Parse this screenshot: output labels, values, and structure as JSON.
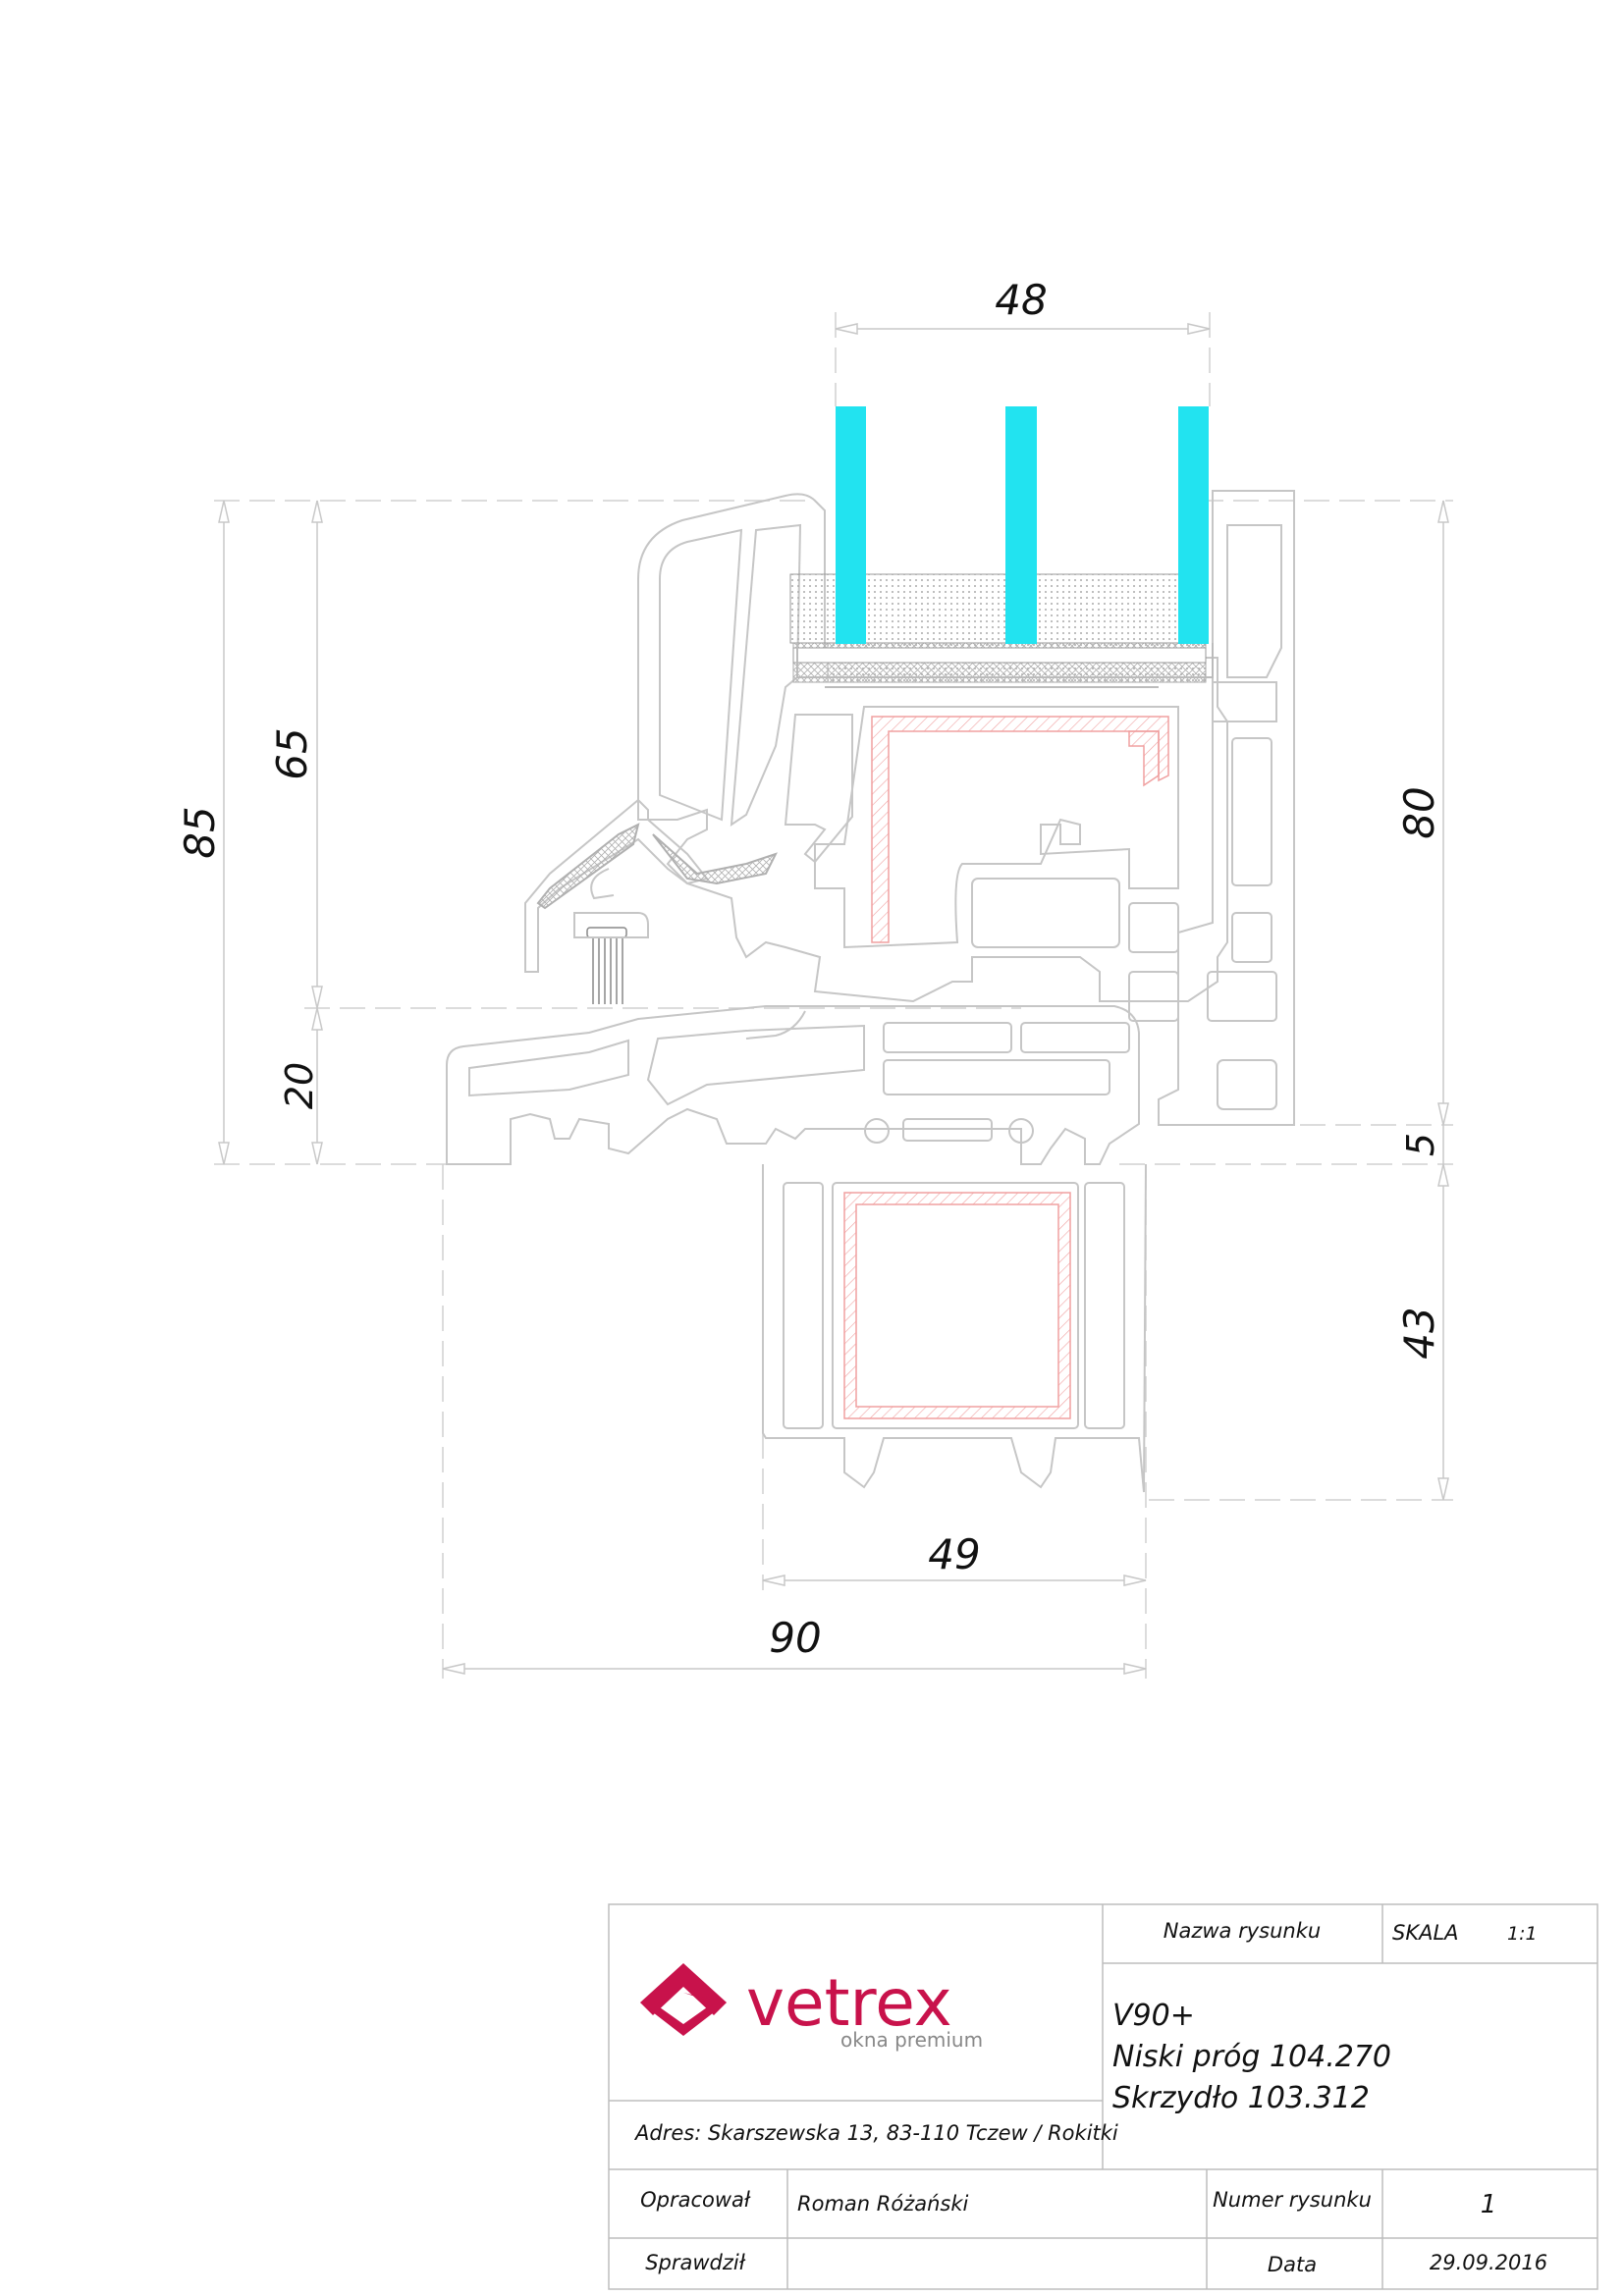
{
  "dimensions": {
    "glass_width": "48",
    "total_height": "85",
    "sash_height": "65",
    "threshold_height": "20",
    "frame_height": "80",
    "gap": "5",
    "bottom_profile_height": "43",
    "bottom_profile_width": "49",
    "total_width": "90"
  },
  "title_block": {
    "logo_word": "vetrex",
    "logo_tagline": "okna premium",
    "address": "Adres: Skarszewska 13, 83-110 Tczew / Rokitki",
    "drawing_name_label": "Nazwa rysunku",
    "scale_label": "SKALA",
    "scale_value": "1:1",
    "drawing_name_lines": [
      "V90+",
      "Niski próg 104.270",
      "Skrzydło 103.312"
    ],
    "prepared_label": "Opracował",
    "prepared_value": "Roman Różański",
    "drawing_number_label": "Numer rysunku",
    "drawing_number_value": "1",
    "checked_label": "Sprawdził",
    "checked_value": "",
    "date_label": "Data",
    "date_value": "29.09.2016"
  },
  "colors": {
    "glass": "#22e3f0",
    "line": "#c9c9c9",
    "steel": "#ee9a9a",
    "brand": "#c8124b"
  }
}
